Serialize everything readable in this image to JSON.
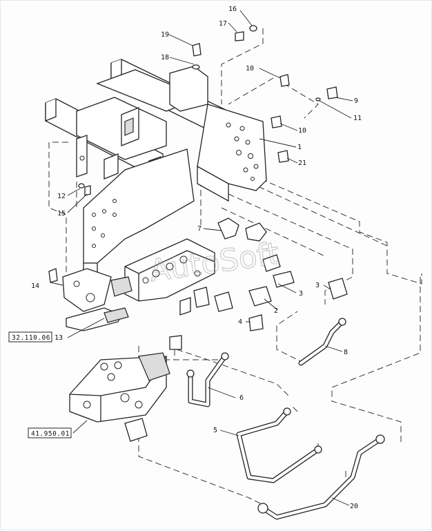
{
  "watermark": "AutoSoft",
  "callouts": {
    "c1": "1",
    "c2": "2",
    "c3a": "3",
    "c3b": "3",
    "c4": "4",
    "c5": "5",
    "c6": "6",
    "c7": "7",
    "c8": "8",
    "c9": "9",
    "c10a": "10",
    "c10b": "10",
    "c11": "11",
    "c12": "12",
    "c13": "13",
    "c14": "14",
    "c15": "15",
    "c16": "16",
    "c17": "17",
    "c18": "18",
    "c19": "19",
    "c20": "20",
    "c21": "21"
  },
  "references": {
    "ref_a": "32.110.06",
    "ref_b": "41.950.01"
  }
}
